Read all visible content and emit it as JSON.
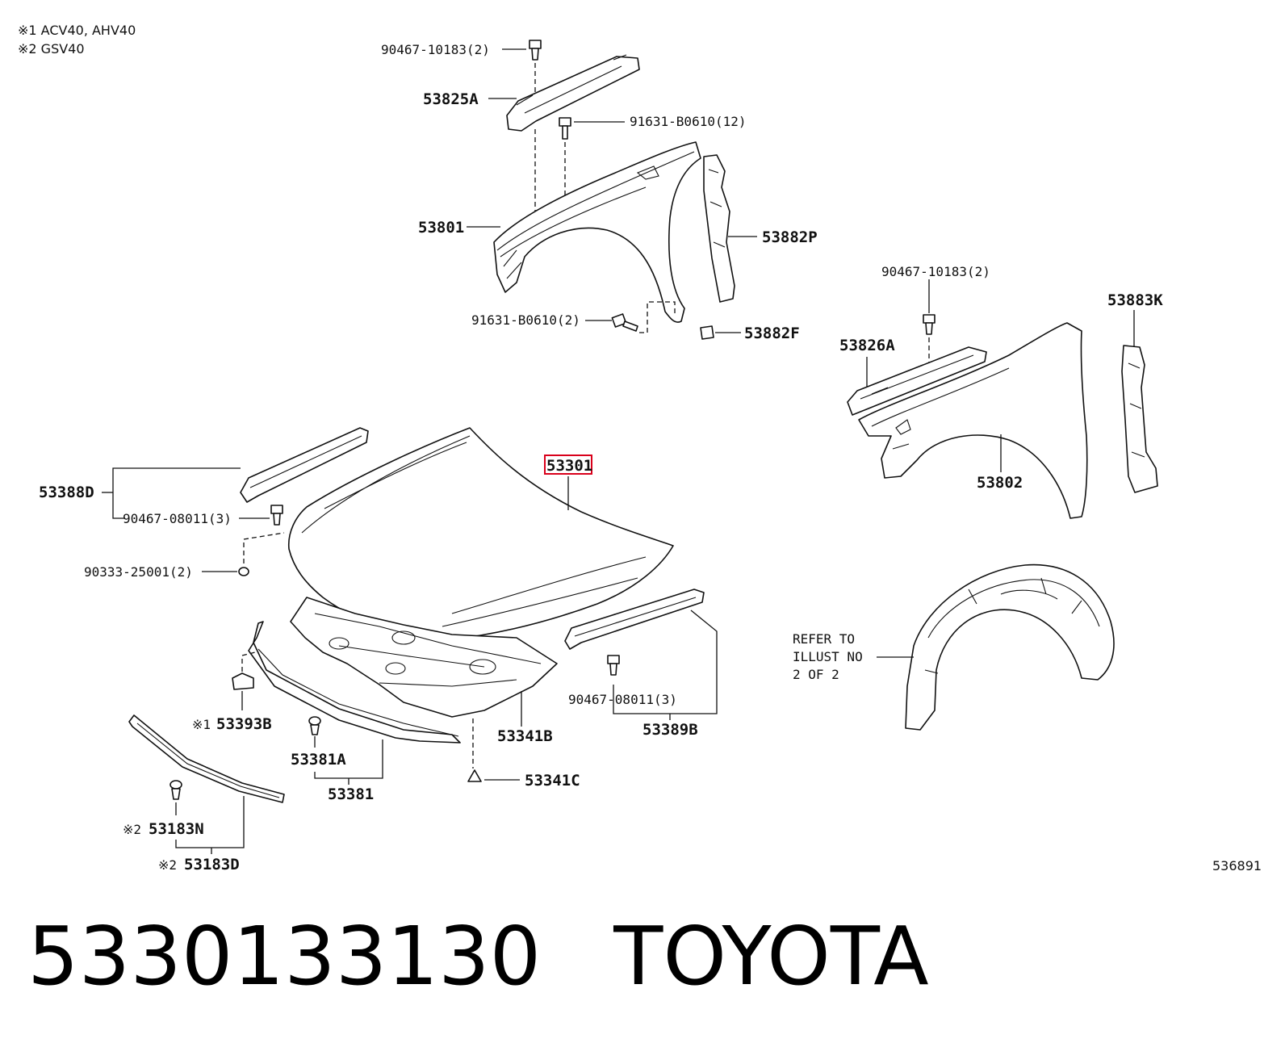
{
  "notes": [
    "※1 ACV40, AHV40",
    "※2 GSV40"
  ],
  "diagram_id": "536891",
  "highlight_color": "#d9001b",
  "labels": {
    "clip_top": "90467-10183(2)",
    "l53825A": "53825A",
    "bolt_top": "91631-B0610(12)",
    "l53801": "53801",
    "l53882P": "53882P",
    "bolt_lower": "91631-B0610(2)",
    "l53882F": "53882F",
    "clip_right": "90467-10183(2)",
    "l53883K": "53883K",
    "l53826A": "53826A",
    "l53802": "53802",
    "l53301": "53301",
    "l53388D": "53388D",
    "clip_left": "90467-08011(3)",
    "cushion": "90333-25001(2)",
    "refer_1": "REFER TO",
    "refer_2": "ILLUST NO",
    "refer_3": "2 OF 2",
    "l53341B": "53341B",
    "clip_mid": "90467-08011(3)",
    "l53389B": "53389B",
    "mark1": "※1",
    "l53393B": "53393B",
    "l53381A": "53381A",
    "l53381": "53381",
    "l53341C": "53341C",
    "mark2a": "※2",
    "l53183N": "53183N",
    "mark2b": "※2",
    "l53183D": "53183D"
  },
  "footer": {
    "part_number": "5330133130",
    "brand": "TOYOTA"
  }
}
